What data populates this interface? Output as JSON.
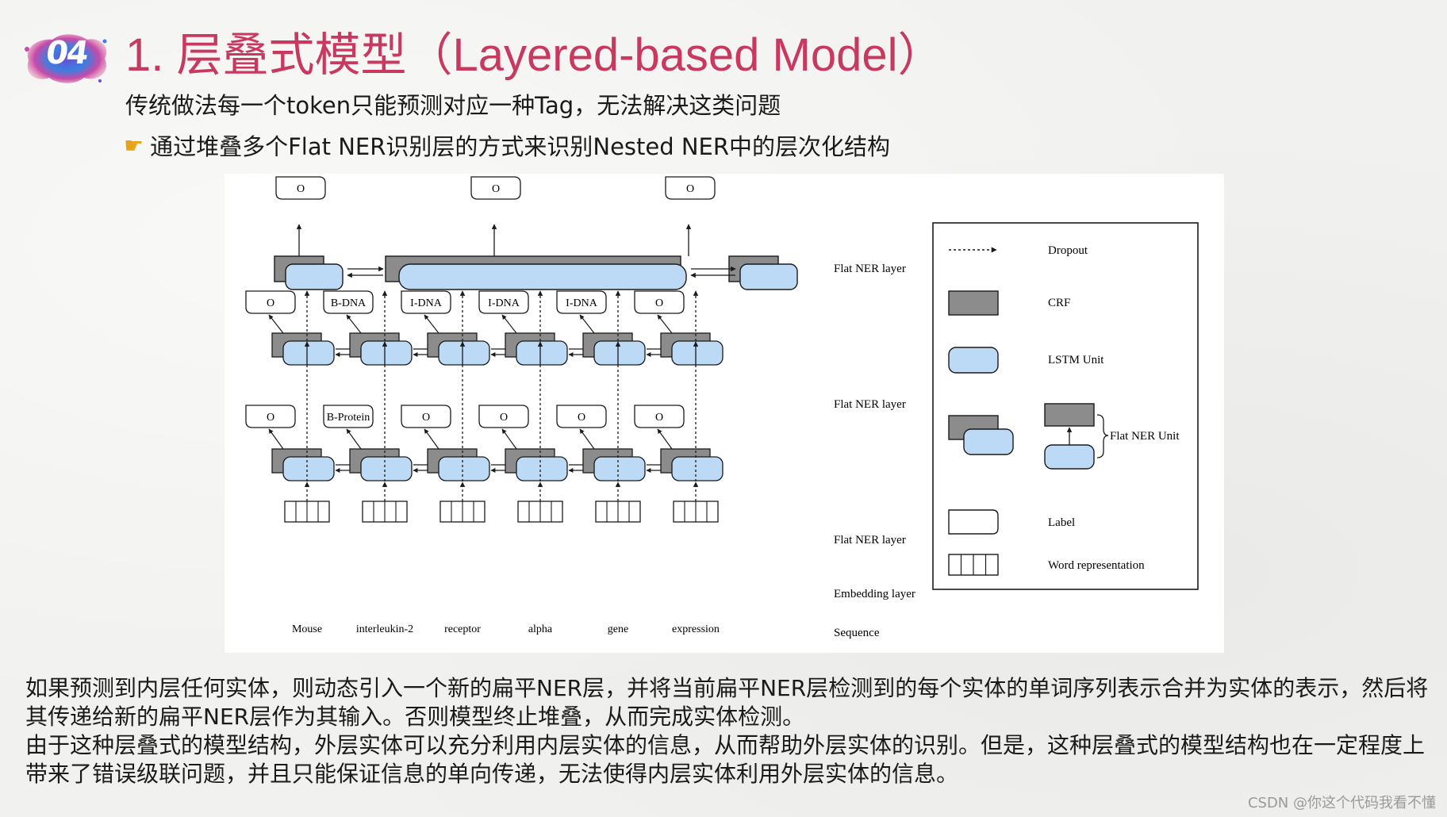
{
  "badge": {
    "number": "04"
  },
  "title": "1. 层叠式模型（Layered-based Model）",
  "subtitle": "传统做法每一个token只能预测对应一种Tag，无法解决这类问题",
  "point": {
    "icon": "pointing-hand-icon",
    "text": "通过堆叠多个Flat NER识别层的方式来识别Nested NER中的层次化结构"
  },
  "diagram": {
    "sequence": [
      "Mouse",
      "interleukin-2",
      "receptor",
      "alpha",
      "gene",
      "expression"
    ],
    "layer_labels": {
      "top": "Flat NER layer",
      "middle": "Flat NER layer",
      "bottom": "Flat NER layer",
      "embedding": "Embedding layer",
      "sequence": "Sequence"
    },
    "top_labels": [
      "O",
      "O",
      "O"
    ],
    "middle_labels": [
      "O",
      "B-DNA",
      "I-DNA",
      "I-DNA",
      "I-DNA",
      "O"
    ],
    "bottom_labels": [
      "O",
      "B-Protein",
      "O",
      "O",
      "O",
      "O"
    ],
    "legend": {
      "dropout": "Dropout",
      "crf": "CRF",
      "lstm": "LSTM Unit",
      "flat_ner_unit": "Flat NER Unit",
      "label": "Label",
      "word_rep": "Word representation"
    },
    "colors": {
      "crf": "#8c8c8c",
      "lstm": "#bcdaf5",
      "stroke": "#1a1a1a"
    }
  },
  "body": {
    "p1": "如果预测到内层任何实体，则动态引入一个新的扁平NER层，并将当前扁平NER层检测到的每个实体的单词序列表示合并为实体的表示，然后将其传递给新的扁平NER层作为其输入。否则模型终止堆叠，从而完成实体检测。",
    "p2": "由于这种层叠式的模型结构，外层实体可以充分利用内层实体的信息，从而帮助外层实体的识别。但是，这种层叠式的模型结构也在一定程度上带来了错误级联问题，并且只能保证信息的单向传递，无法使得内层实体利用外层实体的信息。"
  },
  "watermark": "CSDN @你这个代码我看不懂"
}
